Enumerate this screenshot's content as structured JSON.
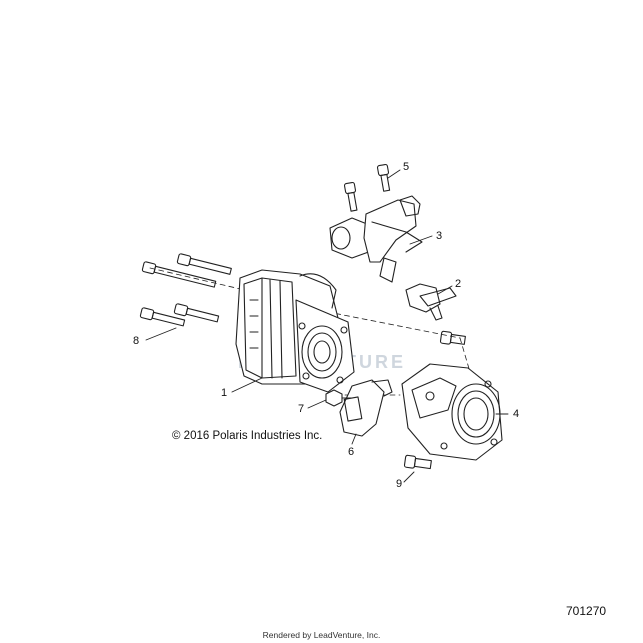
{
  "callouts": [
    {
      "id": "1",
      "label": "1"
    },
    {
      "id": "2",
      "label": "2"
    },
    {
      "id": "3",
      "label": "3"
    },
    {
      "id": "4",
      "label": "4"
    },
    {
      "id": "5",
      "label": "5"
    },
    {
      "id": "6",
      "label": "6"
    },
    {
      "id": "7",
      "label": "7"
    },
    {
      "id": "8",
      "label": "8"
    },
    {
      "id": "9",
      "label": "9"
    }
  ],
  "copyright": "© 2016 Polaris Industries Inc.",
  "figure_id": "701270",
  "footer": "Rendered by LeadVenture, Inc.",
  "watermark": "LEADVENTURE",
  "colors": {
    "line": "#222222",
    "watermark": "#cfd6de"
  }
}
